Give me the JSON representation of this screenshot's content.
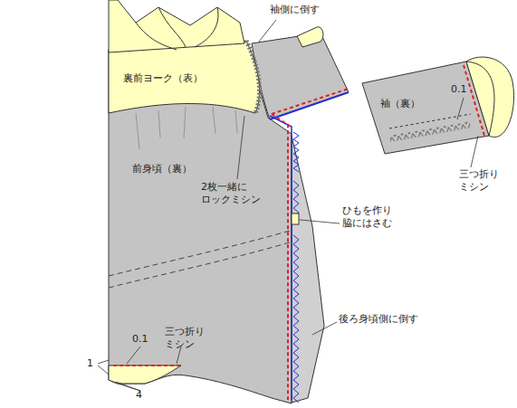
{
  "diagram": {
    "labels": [
      "袖側に倒す",
      "裏前ヨーク（表）",
      "0.1",
      "袖（裏）",
      "三つ折り ミシン",
      "前身頃（裏）",
      "2枚一緒に ロックミシン",
      "ひもを作り 脇にはさむ",
      "後ろ身頃側に倒す",
      "0.1",
      "三つ折り ミシン",
      "1",
      "4"
    ]
  }
}
